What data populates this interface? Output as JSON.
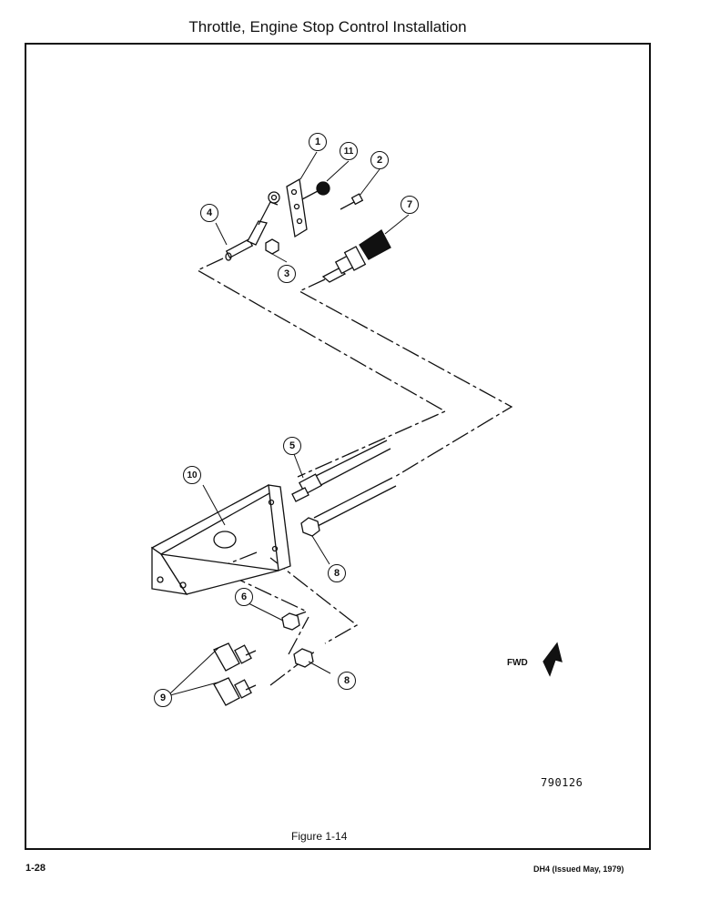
{
  "title": "Throttle, Engine Stop Control Installation",
  "figure_caption": "Figure 1-14",
  "drawing_number": "790126",
  "page_number": "1-28",
  "document_ref": "DH4 (Issued May, 1979)",
  "fwd_label": "FWD",
  "callouts": {
    "c1": "1",
    "c2": "2",
    "c3": "3",
    "c4": "4",
    "c5": "5",
    "c6": "6",
    "c7": "7",
    "c8a": "8",
    "c8b": "8",
    "c9": "9",
    "c10": "10",
    "c11": "11"
  },
  "colors": {
    "line": "#111111",
    "background": "#ffffff"
  }
}
